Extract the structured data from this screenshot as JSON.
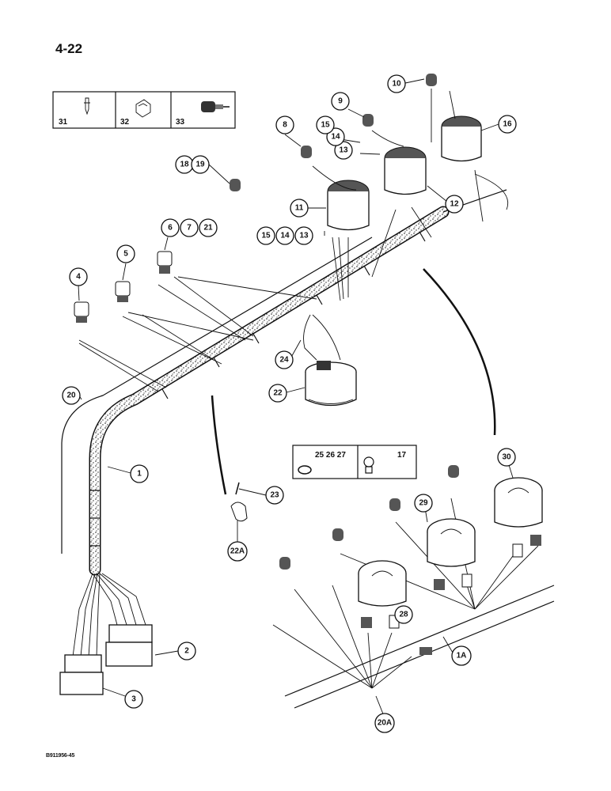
{
  "page_number": "4-22",
  "footer_code": "B911956-45",
  "inset_parts": {
    "top": [
      "31",
      "32",
      "33"
    ],
    "bottom": [
      "25 26 27",
      "17"
    ]
  },
  "callouts": [
    {
      "id": "c1",
      "label": "1"
    },
    {
      "id": "c1a",
      "label": "1A"
    },
    {
      "id": "c2",
      "label": "2"
    },
    {
      "id": "c3",
      "label": "3"
    },
    {
      "id": "c4",
      "label": "4"
    },
    {
      "id": "c5",
      "label": "5"
    },
    {
      "id": "c6",
      "label": "6"
    },
    {
      "id": "c7",
      "label": "7"
    },
    {
      "id": "c21",
      "label": "21"
    },
    {
      "id": "c8",
      "label": "8"
    },
    {
      "id": "c9",
      "label": "9"
    },
    {
      "id": "c10",
      "label": "10"
    },
    {
      "id": "c11",
      "label": "11"
    },
    {
      "id": "c12",
      "label": "12"
    },
    {
      "id": "c13a",
      "label": "13"
    },
    {
      "id": "c14a",
      "label": "14"
    },
    {
      "id": "c15a",
      "label": "15"
    },
    {
      "id": "c13b",
      "label": "13"
    },
    {
      "id": "c14b",
      "label": "14"
    },
    {
      "id": "c15b",
      "label": "15"
    },
    {
      "id": "c16",
      "label": "16"
    },
    {
      "id": "c18",
      "label": "18"
    },
    {
      "id": "c19",
      "label": "19"
    },
    {
      "id": "c20",
      "label": "20"
    },
    {
      "id": "c20a",
      "label": "20A"
    },
    {
      "id": "c22",
      "label": "22"
    },
    {
      "id": "c22a",
      "label": "22A"
    },
    {
      "id": "c23",
      "label": "23"
    },
    {
      "id": "c24",
      "label": "24"
    },
    {
      "id": "c28",
      "label": "28"
    },
    {
      "id": "c29",
      "label": "29"
    },
    {
      "id": "c30",
      "label": "30"
    }
  ]
}
